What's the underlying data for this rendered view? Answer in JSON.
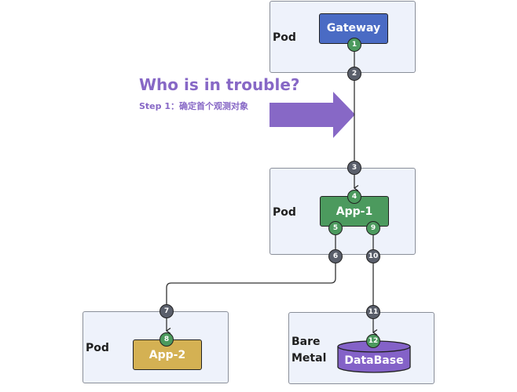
{
  "heading": {
    "title": "Who is in trouble?",
    "subtitle": "Step 1：确定首个观测对象"
  },
  "colors": {
    "accent": "#8768c6",
    "gateway": "#4a6bc4",
    "app1": "#4c9a5e",
    "app2": "#d4b153",
    "database": "#8462c8",
    "badge_green": "#4c9a5e",
    "badge_gray": "#5a5f6b",
    "container_bg": "#eef2fb"
  },
  "containers": [
    {
      "label": "Pod",
      "node": "Gateway"
    },
    {
      "label": "Pod",
      "node": "App-1"
    },
    {
      "label": "Pod",
      "node": "App-2"
    },
    {
      "label": "Bare Metal",
      "node": "DataBase"
    }
  ],
  "nodes": {
    "gateway": "Gateway",
    "app1": "App-1",
    "app2": "App-2",
    "database": "DataBase"
  },
  "badges": {
    "b1": "1",
    "b2": "2",
    "b3": "3",
    "b4": "4",
    "b5": "5",
    "b6": "6",
    "b7": "7",
    "b8": "8",
    "b9": "9",
    "b10": "10",
    "b11": "11",
    "b12": "12"
  },
  "bare_metal_label": {
    "line1": "Bare",
    "line2": "Metal"
  }
}
